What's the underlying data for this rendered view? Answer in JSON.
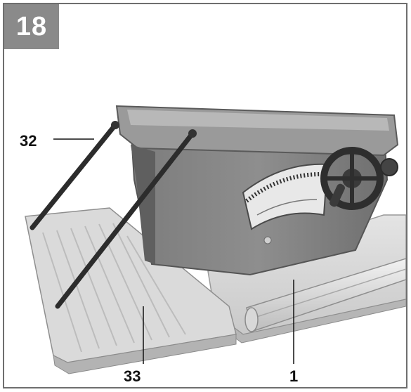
{
  "figure": {
    "number": "18"
  },
  "callouts": [
    {
      "label": "32"
    },
    {
      "label": "33"
    },
    {
      "label": "1"
    }
  ],
  "colors": {
    "badge_background": "#8a8a8a",
    "badge_text": "#ffffff",
    "frame_border": "#6e6e6e"
  }
}
